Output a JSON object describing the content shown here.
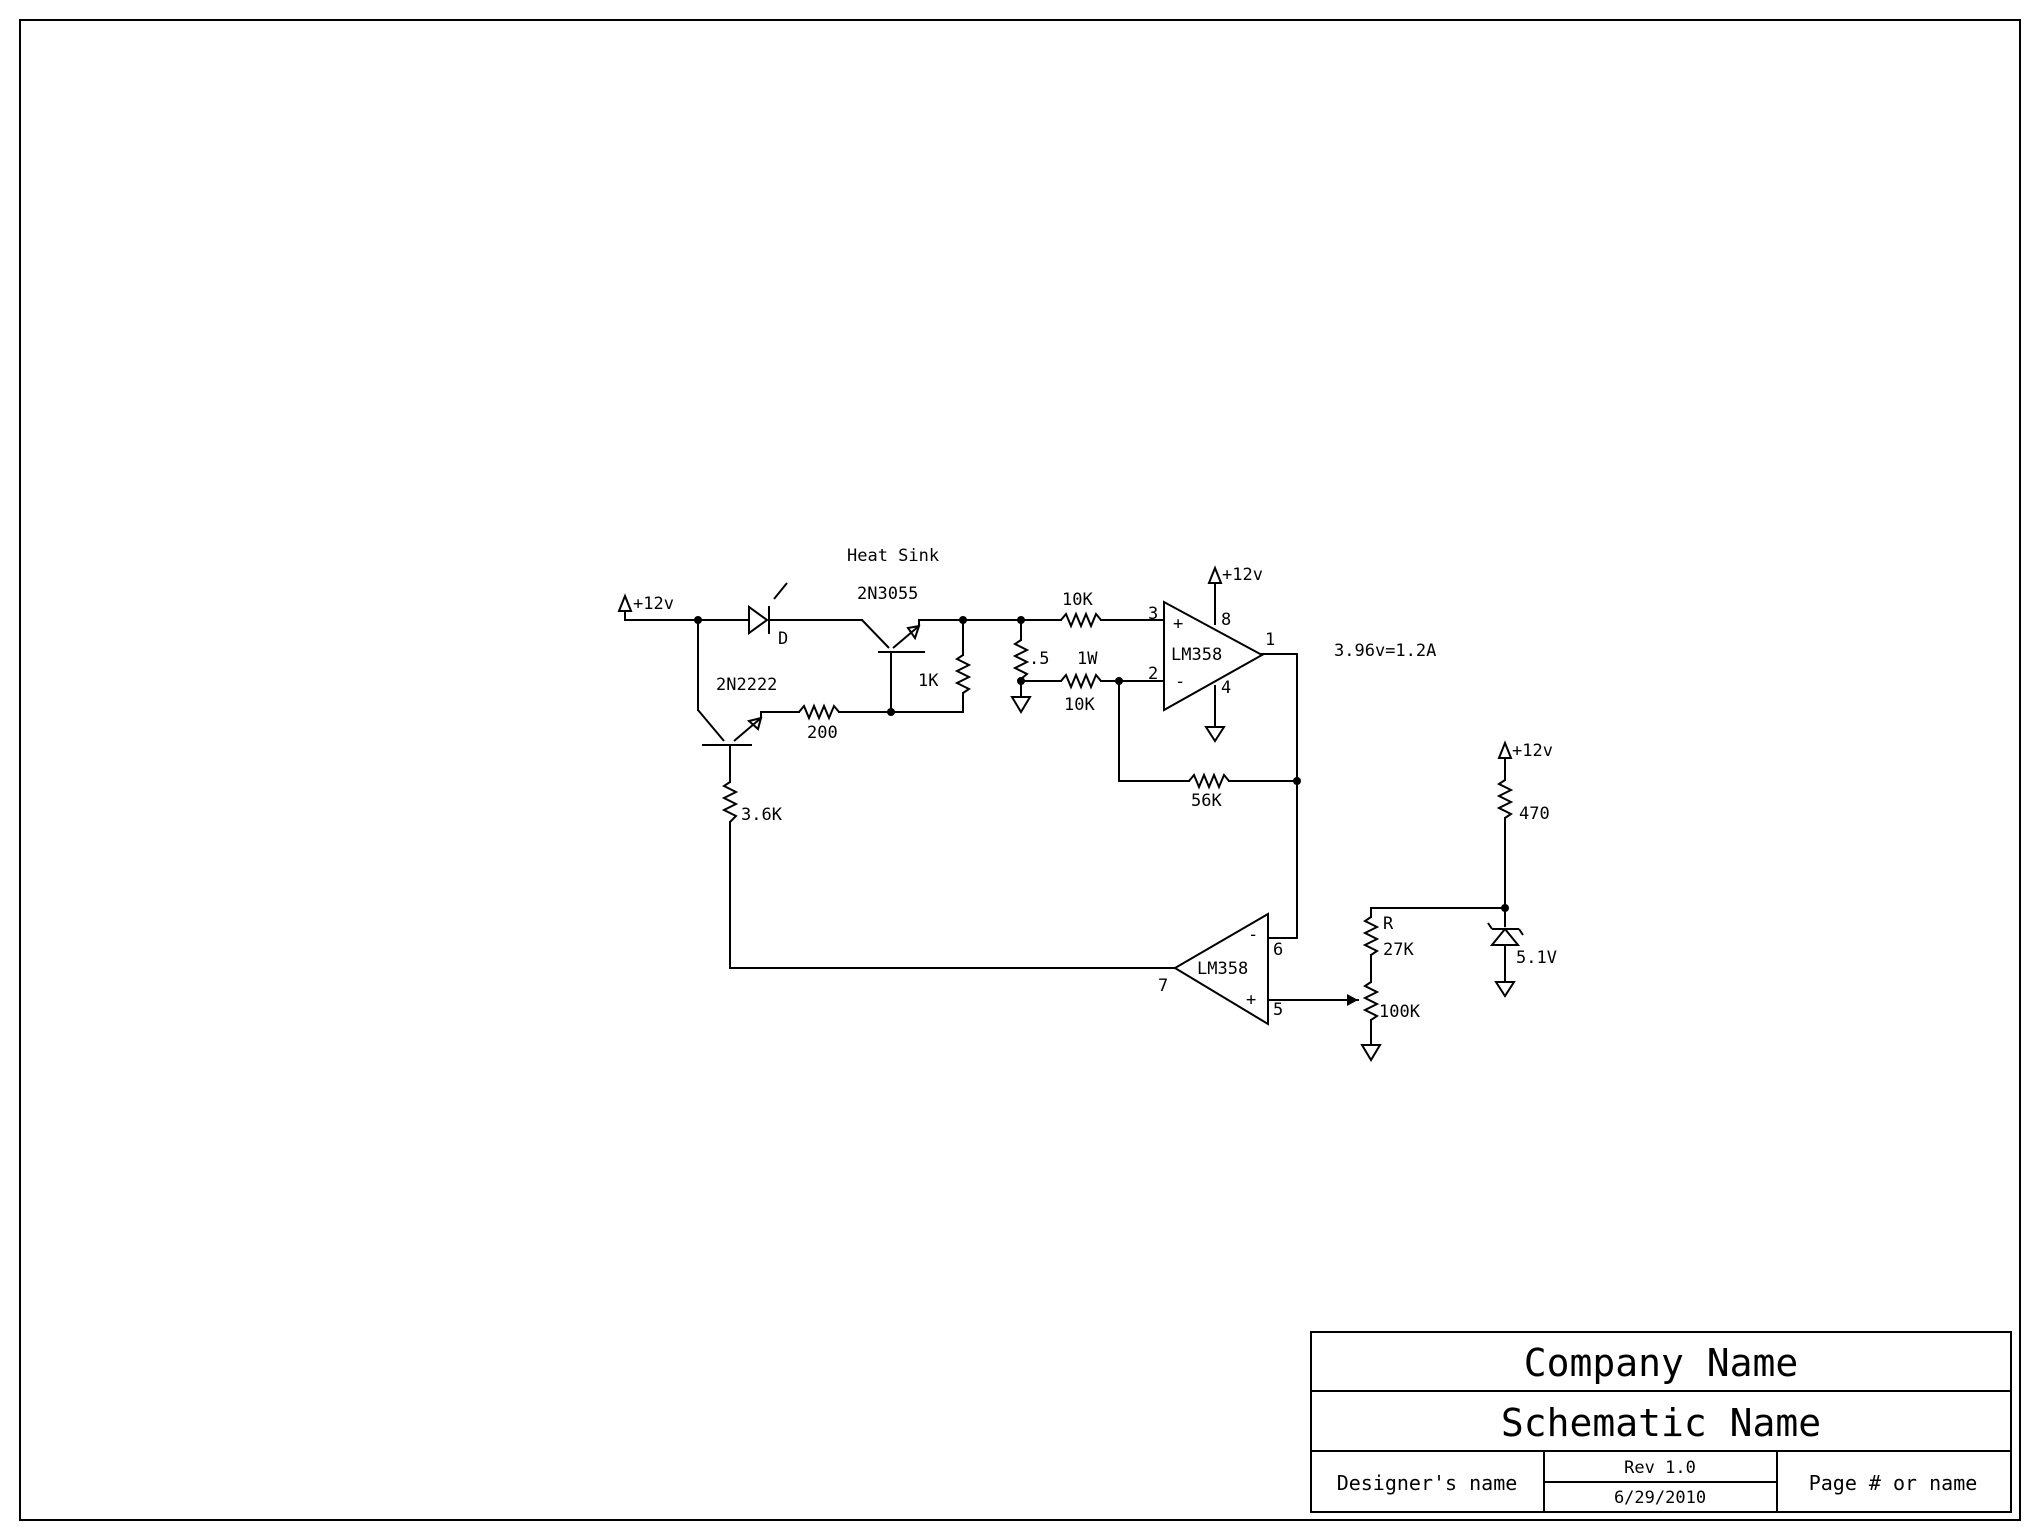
{
  "schematic": {
    "heat_sink_label": "Heat Sink",
    "q_power_label": "2N3055",
    "q_driver_label": "2N2222",
    "diode_label": "D",
    "supply_labels": [
      "+12v",
      "+12v",
      "+12v"
    ],
    "resistor_1k": "1K",
    "resistor_200": "200",
    "resistor_3_6k": "3.6K",
    "resistor_shunt": ".5",
    "resistor_shunt_power": "1W",
    "resistor_10k_a": "10K",
    "resistor_10k_b": "10K",
    "resistor_56k": "56K",
    "resistor_470": "470",
    "resistor_27k": "27K",
    "resistor_r": "R",
    "pot_100k": "100K",
    "zener_label": "5.1V",
    "opamp_a_label": "LM358",
    "opamp_b_label": "LM358",
    "pin_3": "3",
    "pin_2": "2",
    "pin_8": "8",
    "pin_4": "4",
    "pin_1": "1",
    "pin_6": "6",
    "pin_5": "5",
    "pin_7": "7",
    "plus_sign": "+",
    "minus_sign": "-",
    "note_calibration": "3.96v=1.2A"
  },
  "title_block": {
    "company": "Company Name",
    "schematic_name": "Schematic Name",
    "designer": "Designer's name",
    "revision": "Rev 1.0",
    "date": "6/29/2010",
    "page": "Page # or name"
  }
}
